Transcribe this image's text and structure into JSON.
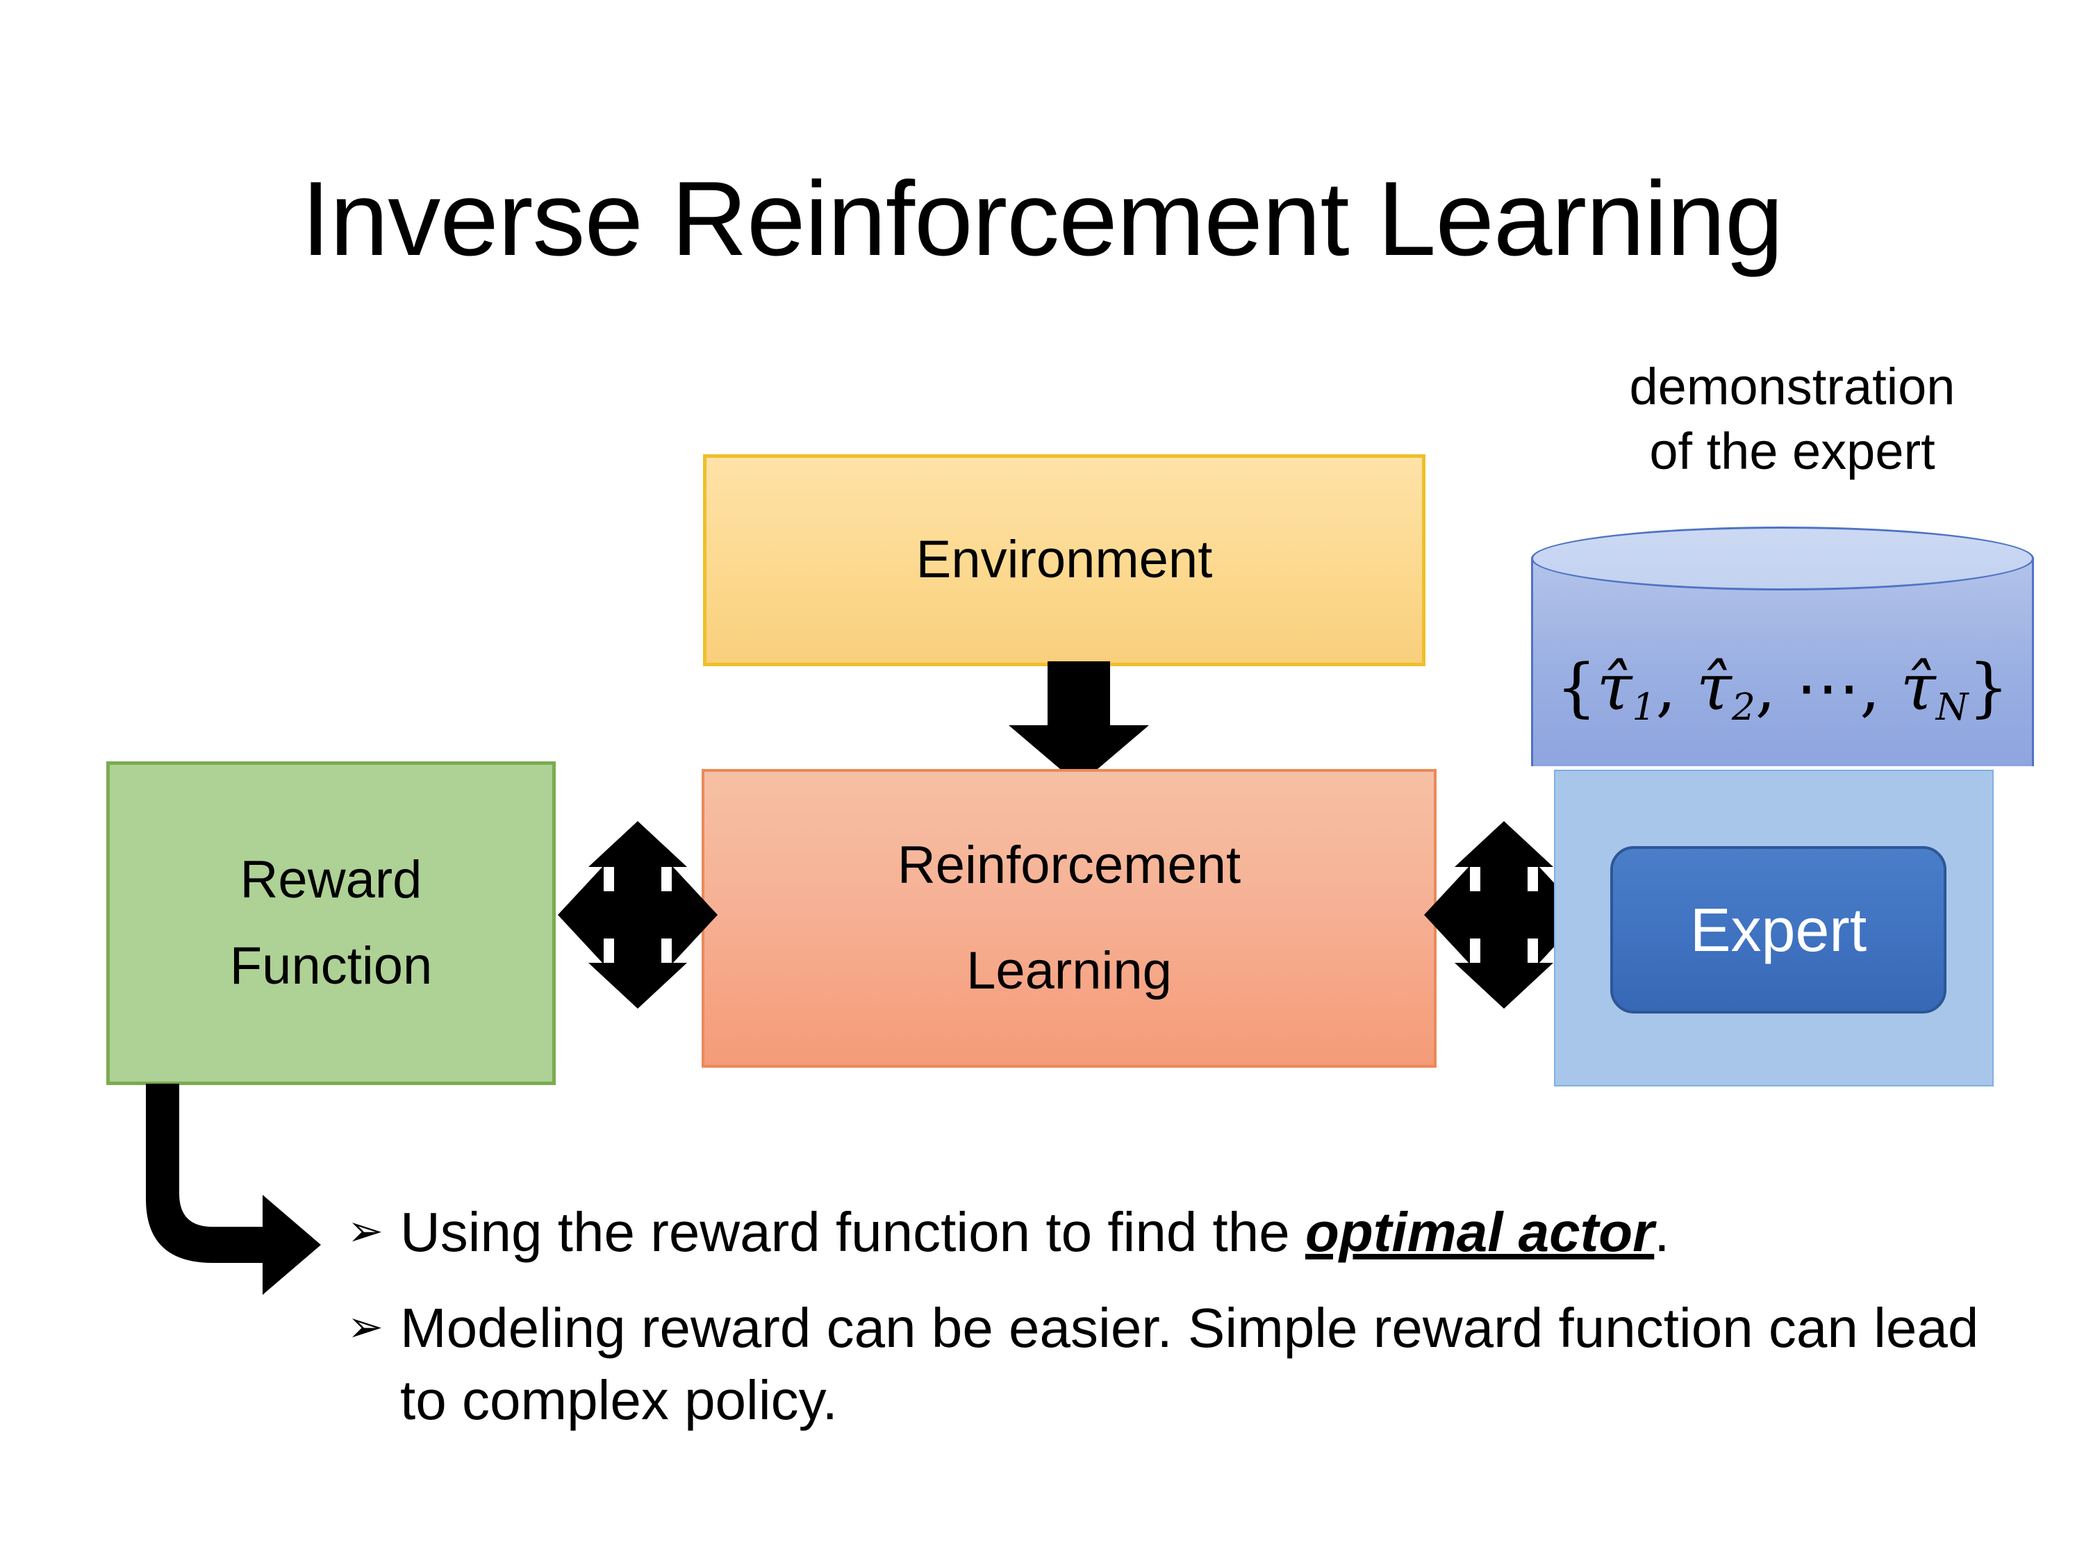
{
  "slide": {
    "title": "Inverse Reinforcement Learning",
    "background_color": "#ffffff"
  },
  "diagram": {
    "environment": {
      "label": "Environment",
      "fill_color": "#fcd98f",
      "border_color": "#efbf2a"
    },
    "reinforcement_learning": {
      "label_line1": "Reinforcement",
      "label_line2": "Learning",
      "fill_color": "#f6b195",
      "border_color": "#e98a58"
    },
    "reward_function": {
      "label_line1": "Reward",
      "label_line2": "Function",
      "fill_color": "#aed195",
      "border_color": "#7aab51"
    },
    "demonstration": {
      "caption_line1": "demonstration",
      "caption_line2": "of the expert",
      "formula": "{τ̂1, τ̂2, ⋯, τ̂N}",
      "formula_parts": {
        "open_brace": "{",
        "tau1": "τ̂",
        "sub1": "1",
        "sep1": ", ",
        "tau2": "τ̂",
        "sub2": "2",
        "sep2": ", ⋯, ",
        "tauN": "τ̂",
        "subN": "N",
        "close_brace": "}"
      },
      "cylinder_top_color": "#c6d4f1",
      "cylinder_body_color": "#9aafe2",
      "cylinder_border_color": "#4f73c4"
    },
    "expert": {
      "label": "Expert",
      "fill_color": "#3f72c0",
      "border_color": "#2c5796",
      "text_color": "#ffffff",
      "panel_color": "#a8c6ea"
    },
    "arrows": {
      "environment_to_rl": "down-arrow",
      "reward_to_rl": "four-way-arrow",
      "rl_to_expert": "four-way-arrow",
      "reward_to_bullets": "elbow-arrow-down-right",
      "color": "#000000"
    }
  },
  "bullets": [
    {
      "marker": "➢",
      "prefix": "Using the reward function to find the ",
      "emphasis": "optimal actor",
      "suffix": "."
    },
    {
      "marker": "➢",
      "prefix": "Modeling reward can be easier. Simple reward function can lead to complex policy.",
      "emphasis": "",
      "suffix": ""
    }
  ]
}
